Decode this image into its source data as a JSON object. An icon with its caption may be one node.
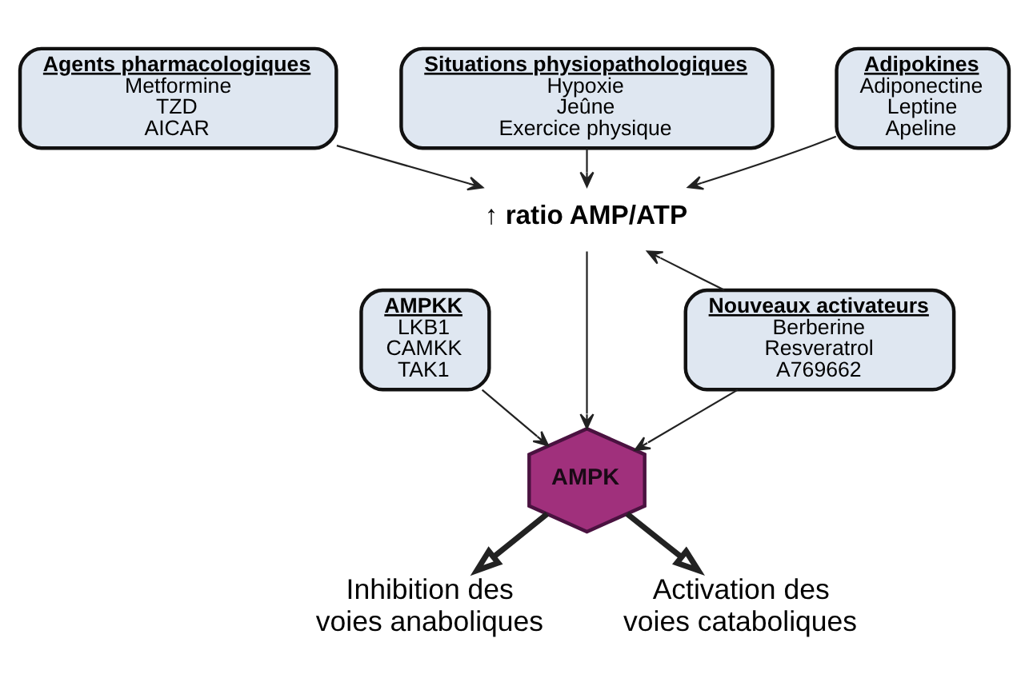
{
  "diagram": {
    "nodes": [
      {
        "text": [
          "Agents pharmacologiques",
          "Metformine",
          "TZD",
          "AICAR"
        ]
      },
      {
        "text": [
          "Situations physiopathologiques",
          "Hypoxie",
          "Jeûne",
          "Exercice physique"
        ]
      },
      {
        "text": [
          "Adipokines",
          "Adiponectine",
          "Leptine",
          "Apeline"
        ]
      },
      {
        "text": [
          "↑ ratio AMP/ATP"
        ]
      },
      {
        "text": [
          "AMPKK",
          "LKB1",
          "CAMKK",
          "TAK1"
        ]
      },
      {
        "text": [
          "Nouveaux activateurs",
          "Berberine",
          "Resveratrol",
          "A769662"
        ]
      },
      {
        "text": [
          "AMPK"
        ]
      },
      {
        "text": [
          "Inhibition des voies anaboliques"
        ]
      },
      {
        "text": [
          "Activation des voies cataboliques"
        ]
      }
    ],
    "edges": [
      {
        "from": 0,
        "to": 3,
        "arrow": "to"
      },
      {
        "from": 1,
        "to": 3,
        "arrow": "to"
      },
      {
        "from": 2,
        "to": 3,
        "arrow": "to"
      },
      {
        "from": 3,
        "to": 6,
        "arrow": "to"
      },
      {
        "from": 4,
        "to": 6,
        "arrow": "to"
      },
      {
        "from": 5,
        "to": 3,
        "arrow": "to"
      },
      {
        "from": 5,
        "to": 6,
        "arrow": "to"
      },
      {
        "from": 6,
        "to": 7,
        "arrow": "to",
        "style": "thick"
      },
      {
        "from": 6,
        "to": 8,
        "arrow": "to",
        "style": "thick"
      }
    ]
  }
}
